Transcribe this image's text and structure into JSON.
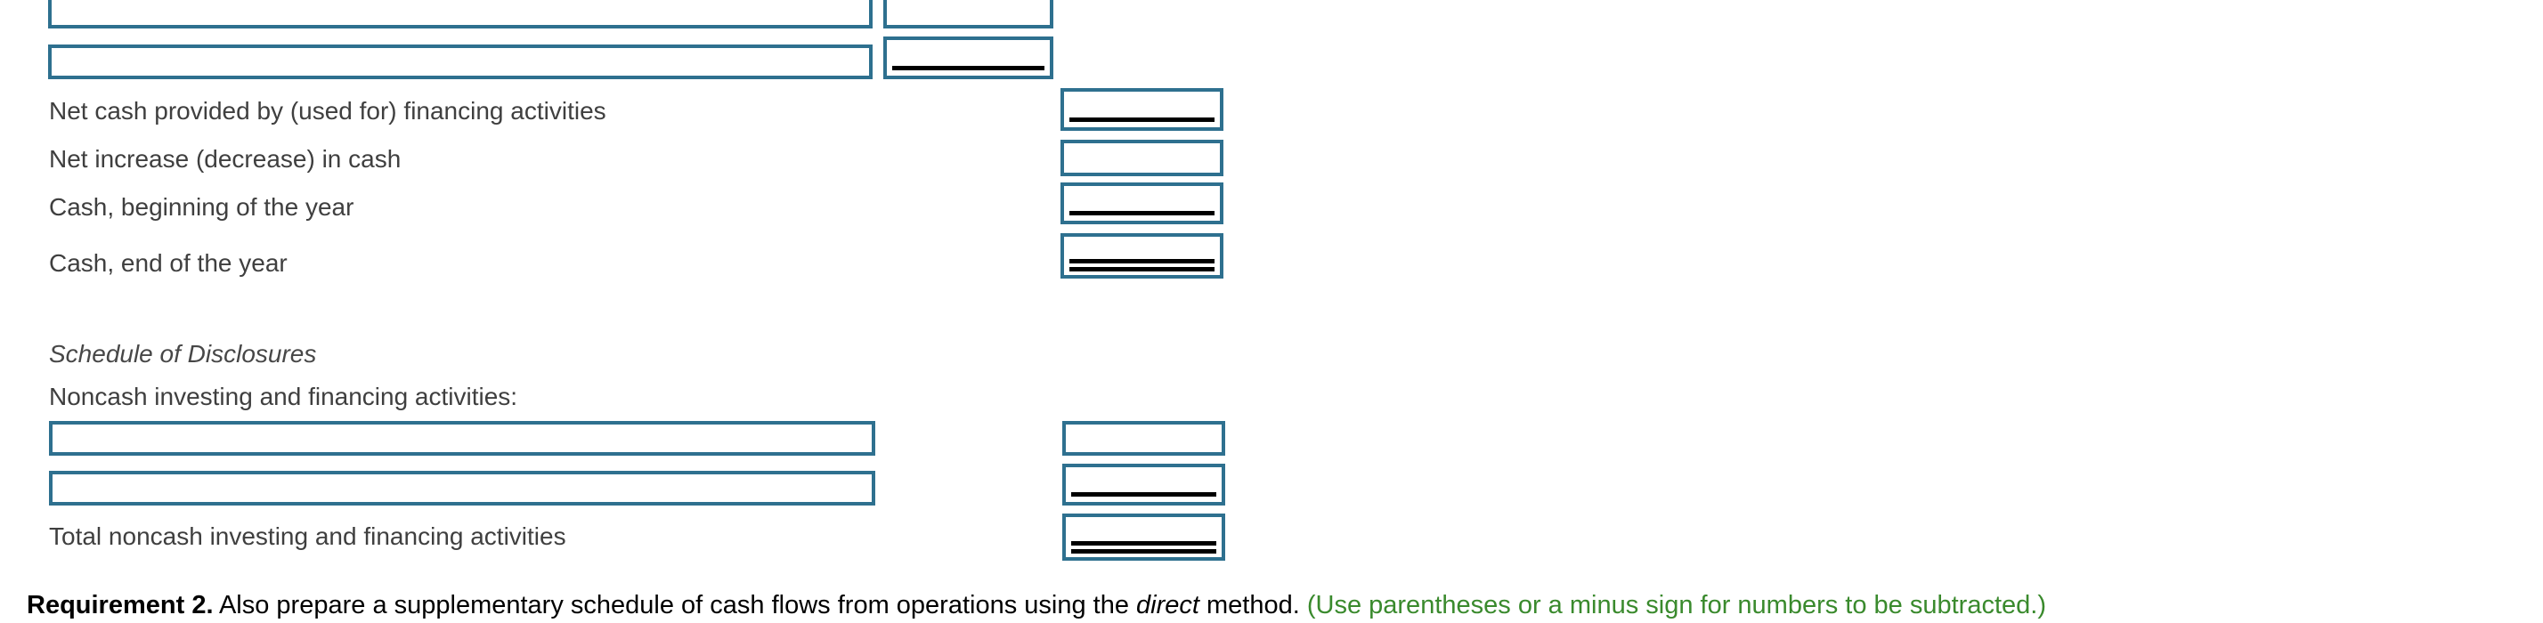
{
  "colors": {
    "box_border": "#2E708F",
    "rule_black": "#000000",
    "label_text": "#3F3F3F",
    "instruction_green": "#3A8A2D"
  },
  "statement": {
    "entry_rows": [
      {
        "description": "",
        "amount": "",
        "amount_rule": "none"
      },
      {
        "description": "",
        "amount": "",
        "amount_rule": "single"
      }
    ],
    "rows": [
      {
        "label": "Net cash provided by (used for) financing activities",
        "amount": "",
        "amount_rule": "single"
      },
      {
        "label": "Net increase (decrease) in cash",
        "amount": "",
        "amount_rule": "none"
      },
      {
        "label": "Cash, beginning of the year",
        "amount": "",
        "amount_rule": "single"
      },
      {
        "label": "Cash, end of the year",
        "amount": "",
        "amount_rule": "double"
      }
    ]
  },
  "disclosures": {
    "title": "Schedule of Disclosures",
    "heading": "Noncash investing and financing activities:",
    "entry_rows": [
      {
        "description": "",
        "amount": "",
        "amount_rule": "none"
      },
      {
        "description": "",
        "amount": "",
        "amount_rule": "single"
      }
    ],
    "total_row": {
      "label": "Total noncash investing and financing activities",
      "amount": "",
      "amount_rule": "double"
    }
  },
  "requirement": {
    "number_bold": "Requirement 2.",
    "text_1": " Also prepare a supplementary schedule of cash flows from operations using the ",
    "emphasis": "direct",
    "text_2": " method. ",
    "instruction_green": "(Use parentheses or a minus sign for numbers to be subtracted.)"
  }
}
